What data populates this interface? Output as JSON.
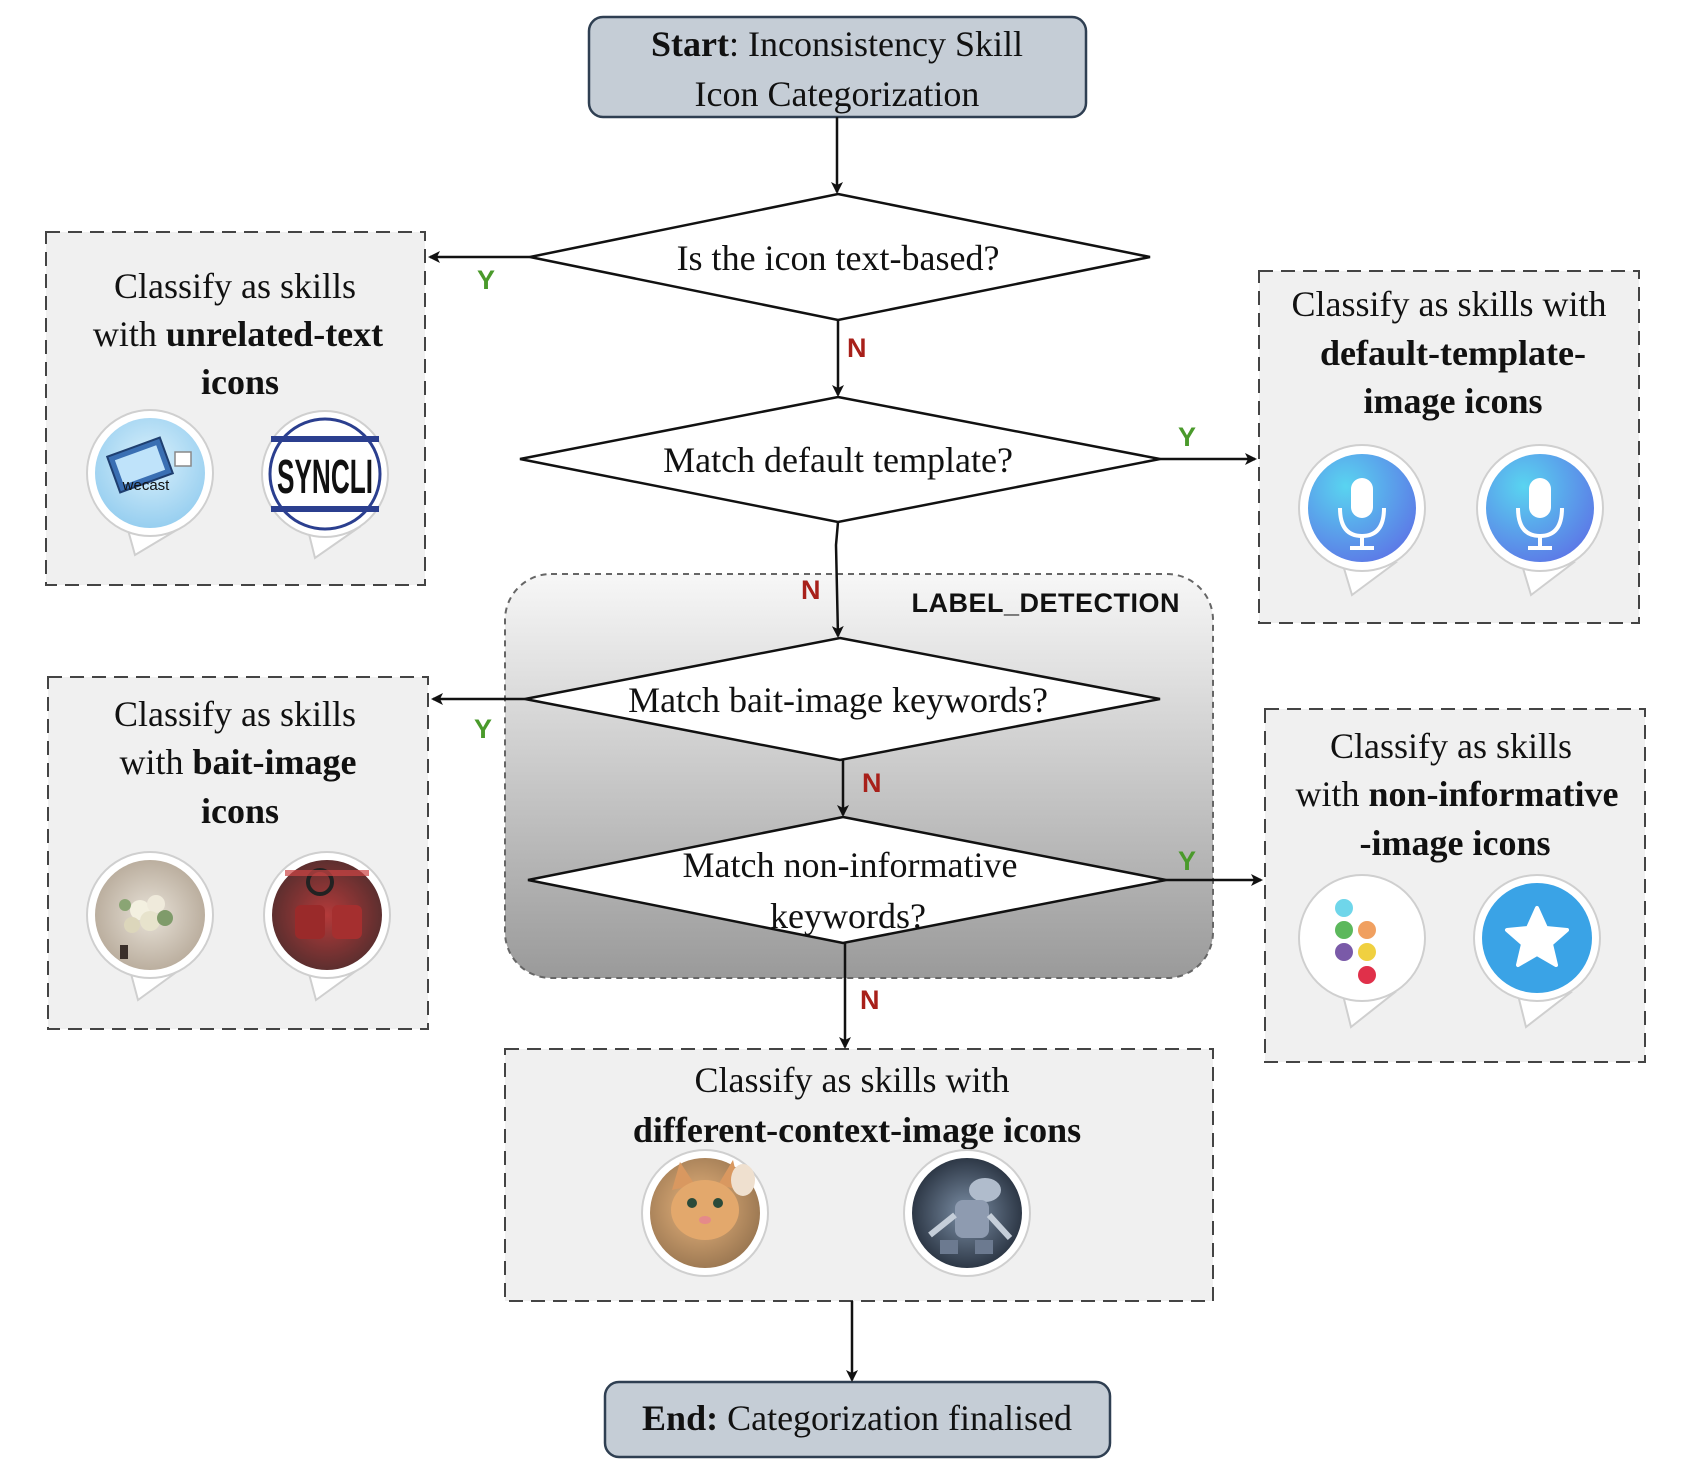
{
  "start": {
    "bold": "Start",
    "rest": ": Inconsistency Skill",
    "line2": "Icon Categorization"
  },
  "end": {
    "bold": "End:",
    "rest": " Categorization finalised"
  },
  "decisions": {
    "text_based": "Is the icon text-based?",
    "default_template": "Match default template?",
    "bait_keywords": "Match bait-image keywords?",
    "noninfo_line1": "Match non-informative",
    "noninfo_line2": "keywords?"
  },
  "group_label": "LABEL_DETECTION",
  "yes_label": "Y",
  "no_label": "N",
  "outcomes": {
    "unrelated_text": {
      "line1": "Classify as skills",
      "line2_pre": "with ",
      "line2_bold": "unrelated-text",
      "line3_bold": "icons"
    },
    "default_template": {
      "line1": "Classify as skills with",
      "line2_bold": "default-template-",
      "line3_bold": "image icons"
    },
    "bait_image": {
      "line1": "Classify as skills",
      "line2_pre": "with ",
      "line2_bold": "bait-image",
      "line3_bold": "icons"
    },
    "non_informative": {
      "line1": "Classify as skills",
      "line2_pre": "with ",
      "line2_bold": "non-informative",
      "line3_bold": "-image icons"
    },
    "different_context": {
      "line1": "Classify as skills  with",
      "line2_bold": "different-context-image icons"
    }
  },
  "icons": {
    "wecast_text": "wecast",
    "syncli_text": "SYNCLI"
  },
  "colors": {
    "terminal_fill": "#c5cdd6",
    "terminal_stroke": "#2f3f52",
    "outcome_fill": "#f0f0f0",
    "group_gradient_top": "#f7f7f7",
    "group_gradient_bottom": "#9a9a9a",
    "yes": "#4a9a2b",
    "no": "#a8201a"
  }
}
